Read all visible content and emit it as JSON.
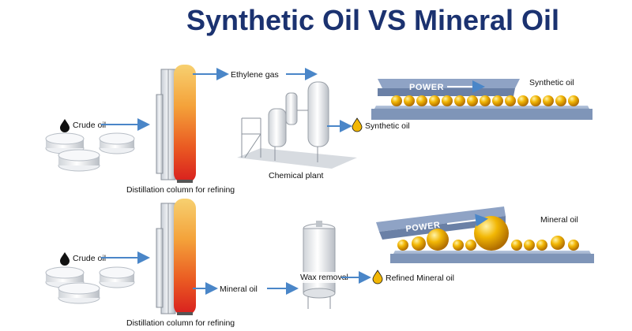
{
  "title": "Synthetic Oil VS Mineral Oil",
  "top_row": {
    "input_label": "Crude oil",
    "column_label": "Distillation column for refining",
    "gas_label": "Ethylene gas",
    "plant_label": "Chemical plant",
    "output_label": "Synthetic oil",
    "power_label": "POWER",
    "panel_label": "Synthetic oil"
  },
  "bottom_row": {
    "input_label": "Crude oil",
    "column_label": "Distillation column for refining",
    "fraction_label": "Mineral oil",
    "process_label": "Wax removal",
    "output_label": "Refined Mineral oil",
    "power_label": "POWER",
    "panel_label": "Mineral oil"
  },
  "colors": {
    "title": "#1b3270",
    "arrow": "#4a86c8",
    "oil_gold": "#f2b705",
    "column_hot": "#e8251a",
    "column_warm": "#f7b733"
  },
  "icons": [
    "oil-drop-icon",
    "storage-tank-icon",
    "distillation-column-icon",
    "chemical-plant-icon",
    "wax-removal-tank-icon",
    "arrow-icon"
  ]
}
